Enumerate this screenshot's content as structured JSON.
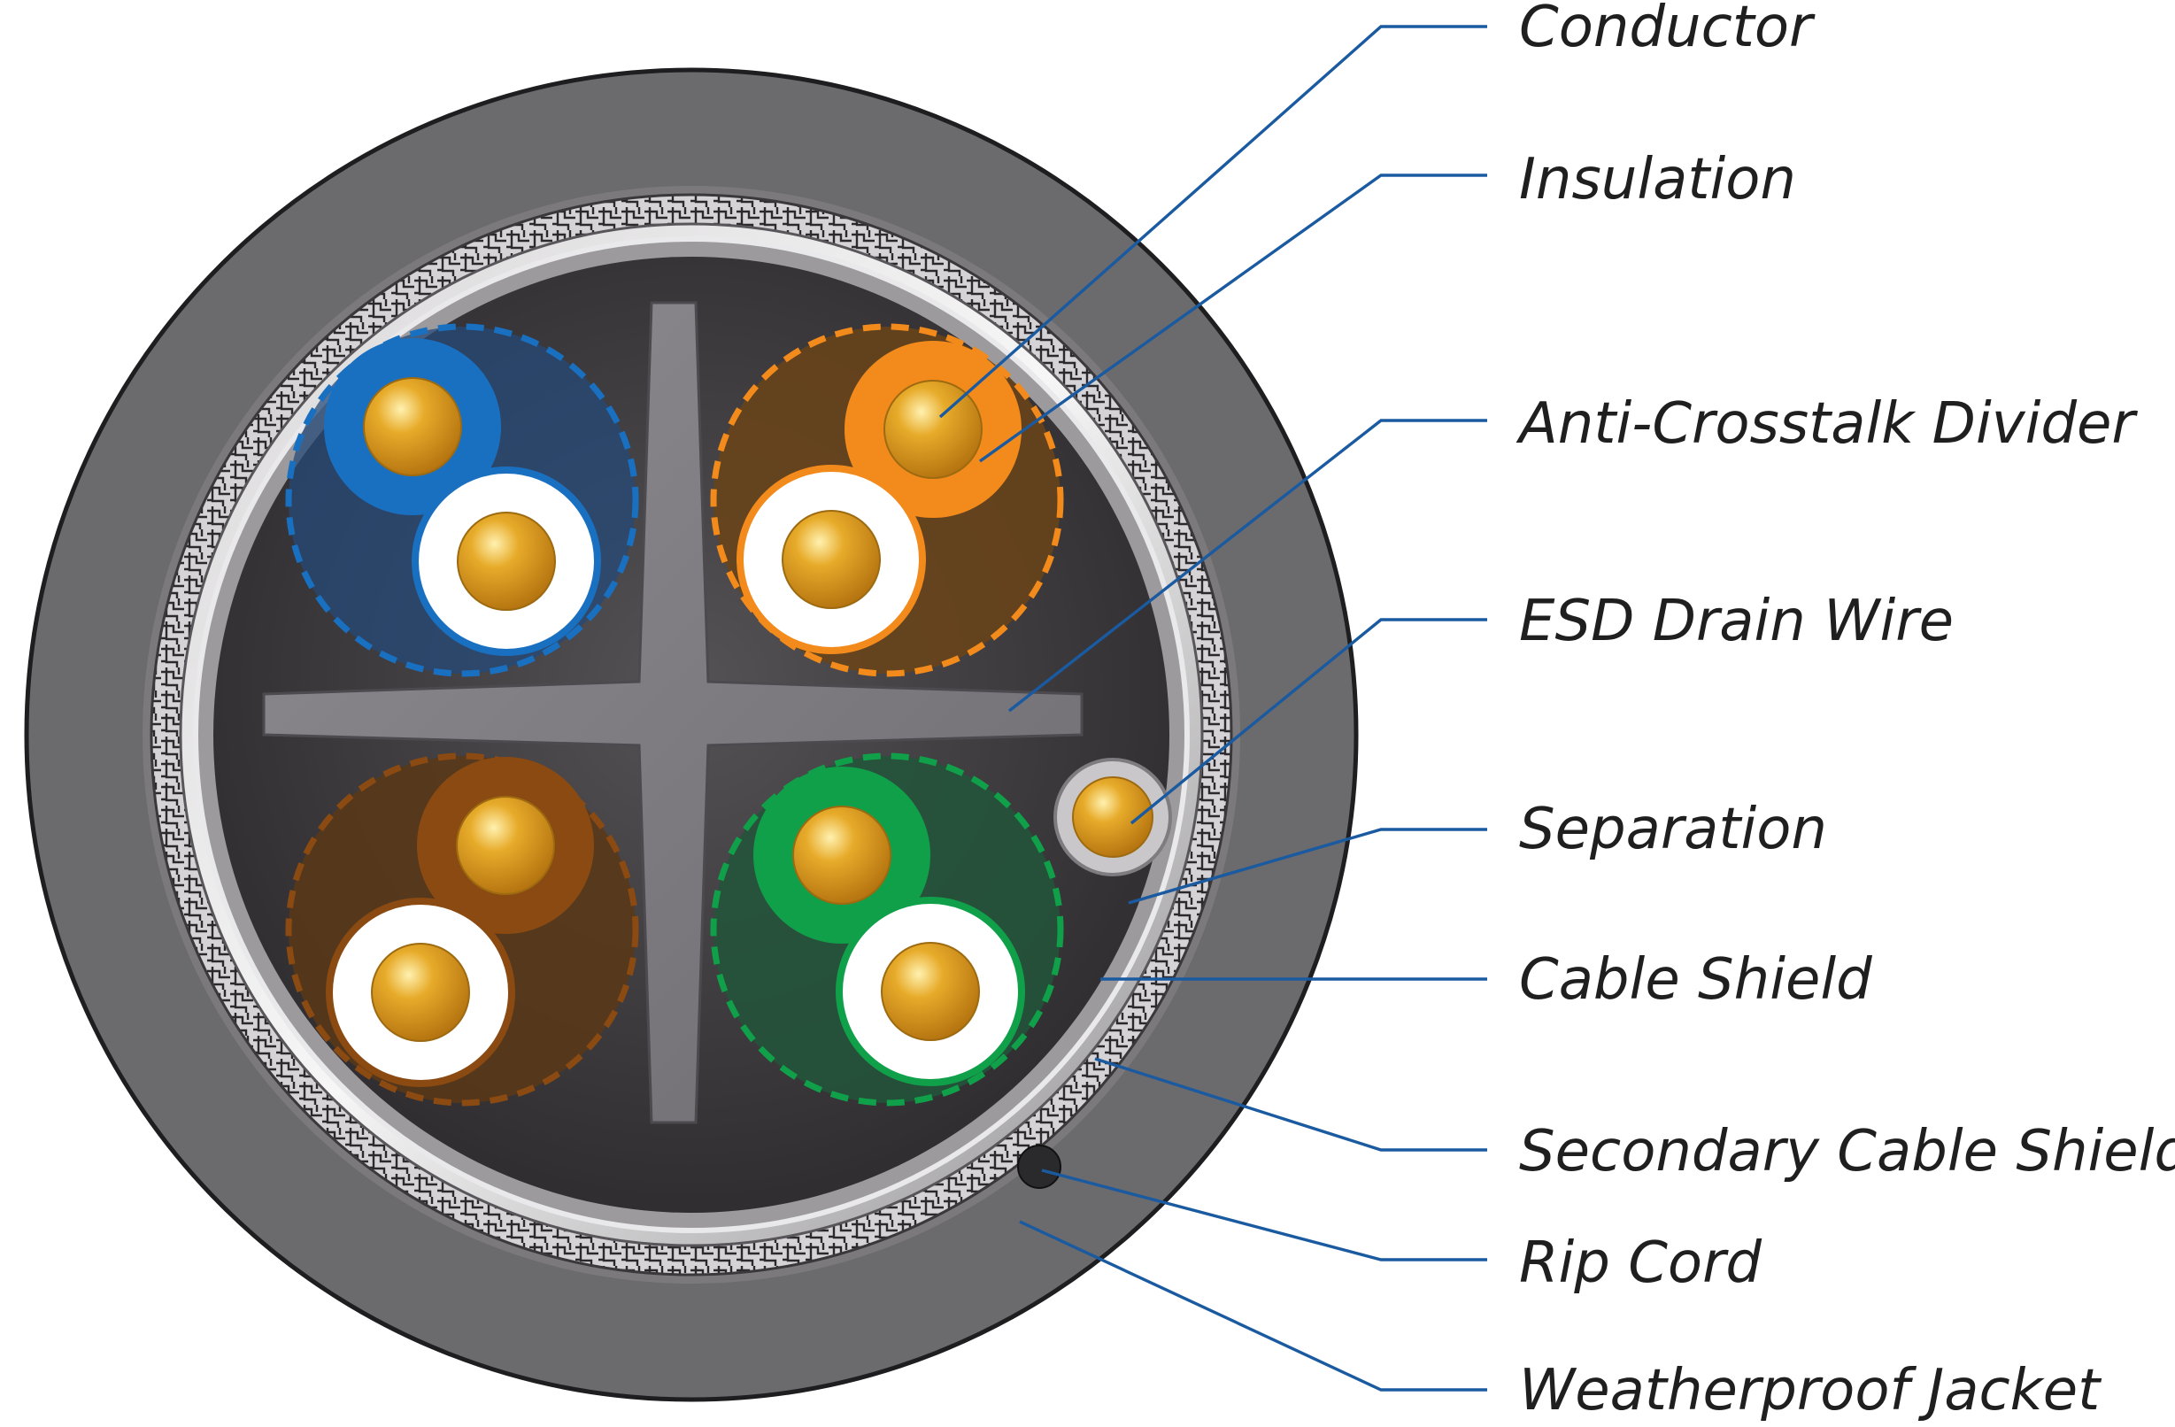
{
  "labels": [
    {
      "id": "conductor",
      "text": "Conductor"
    },
    {
      "id": "insulation",
      "text": "Insulation"
    },
    {
      "id": "divider",
      "text": "Anti-Crosstalk Divider"
    },
    {
      "id": "drain",
      "text": "ESD Drain Wire"
    },
    {
      "id": "separation",
      "text": "Separation"
    },
    {
      "id": "shield",
      "text": "Cable Shield"
    },
    {
      "id": "secondary",
      "text": "Secondary Cable Shield"
    },
    {
      "id": "ripcord",
      "text": "Rip Cord"
    },
    {
      "id": "jacket",
      "text": "Weatherproof Jacket"
    }
  ],
  "colors": {
    "leader": "#1a5aa0",
    "jacket": "#6b6a6c",
    "core": "#3a383b",
    "copper": "#d99a1e",
    "pair_blue": "#1a70c0",
    "pair_orange": "#f28a1c",
    "pair_brown": "#8a4a12",
    "pair_green": "#10a04a"
  }
}
